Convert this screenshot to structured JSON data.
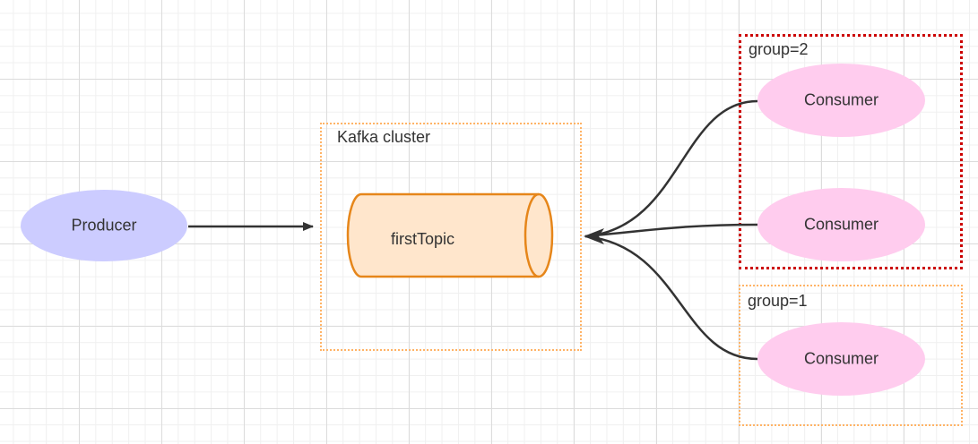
{
  "diagram": {
    "producer": {
      "label": "Producer",
      "fill": "#ccccff"
    },
    "cluster": {
      "label": "Kafka cluster",
      "border": "#ffb366"
    },
    "topic": {
      "label": "firstTopic",
      "fill": "#ffe6cc",
      "stroke": "#e6861a"
    },
    "group2": {
      "label": "group=2",
      "border": "#cc0000"
    },
    "group1": {
      "label": "group=1",
      "border": "#ffb366"
    },
    "consumers": [
      {
        "label": "Consumer"
      },
      {
        "label": "Consumer"
      },
      {
        "label": "Consumer"
      }
    ],
    "consumer_fill": "#ffccee",
    "edge_color": "#333333"
  }
}
